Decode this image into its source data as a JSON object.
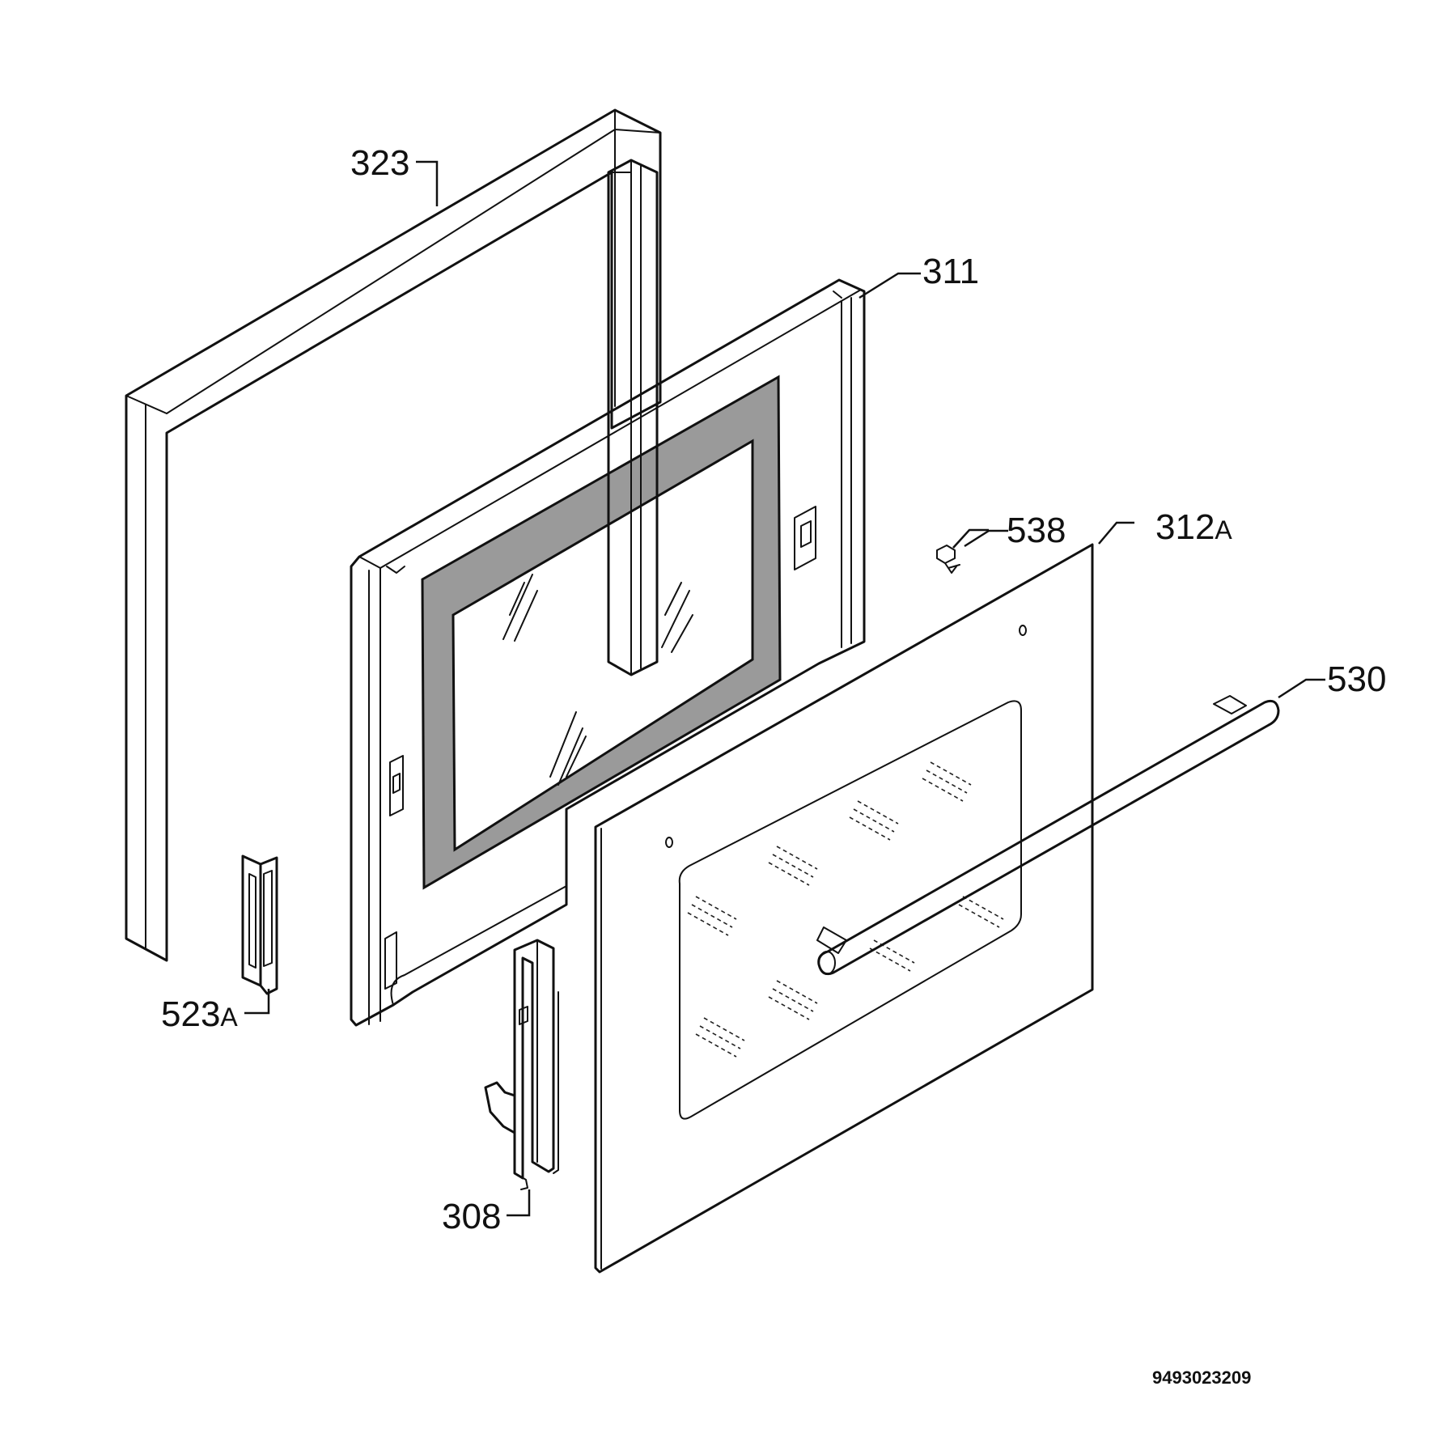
{
  "labels": {
    "l323": "323",
    "l311": "311",
    "l538": "538",
    "l312": "312",
    "l312_suffix": "A",
    "l530": "530",
    "l523": "523",
    "l523_suffix": "A",
    "l308": "308"
  },
  "doc_number": "9493023209"
}
